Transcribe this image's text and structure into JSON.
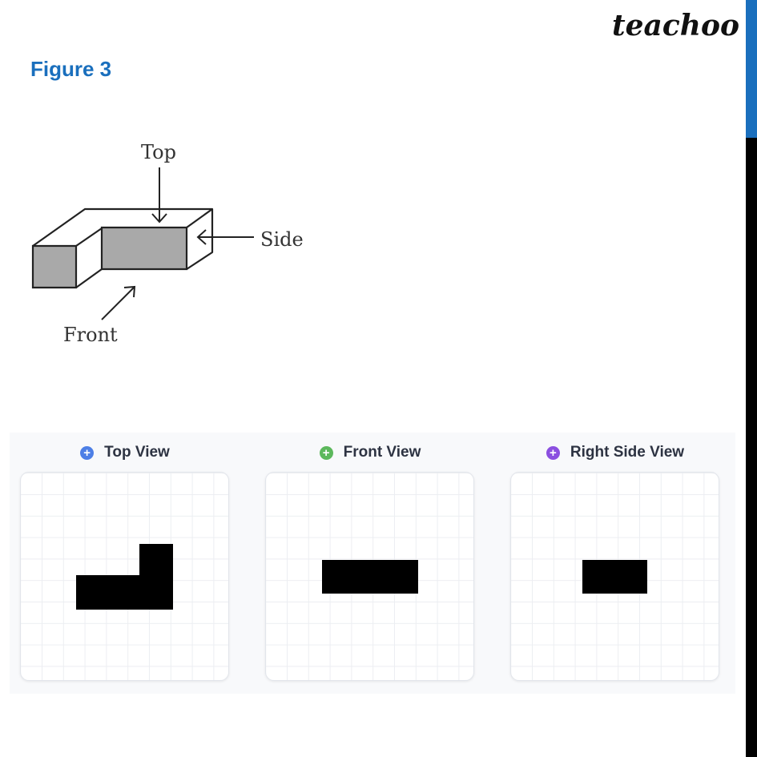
{
  "brand": {
    "logo_text": "teachoo",
    "accent_color": "#1a6fbd"
  },
  "figure": {
    "title": "Figure 3",
    "labels": {
      "top": "Top",
      "side": "Side",
      "front": "Front"
    },
    "face_fill": "#a9a9a9"
  },
  "views": [
    {
      "title": "Top View",
      "icon": "plus-circle-icon",
      "icon_color": "#4d7fe6"
    },
    {
      "title": "Front View",
      "icon": "plus-circle-icon",
      "icon_color": "#5cb85c"
    },
    {
      "title": "Right Side View",
      "icon": "plus-circle-icon",
      "icon_color": "#8b4fe0"
    }
  ],
  "icon_glyph": "+"
}
